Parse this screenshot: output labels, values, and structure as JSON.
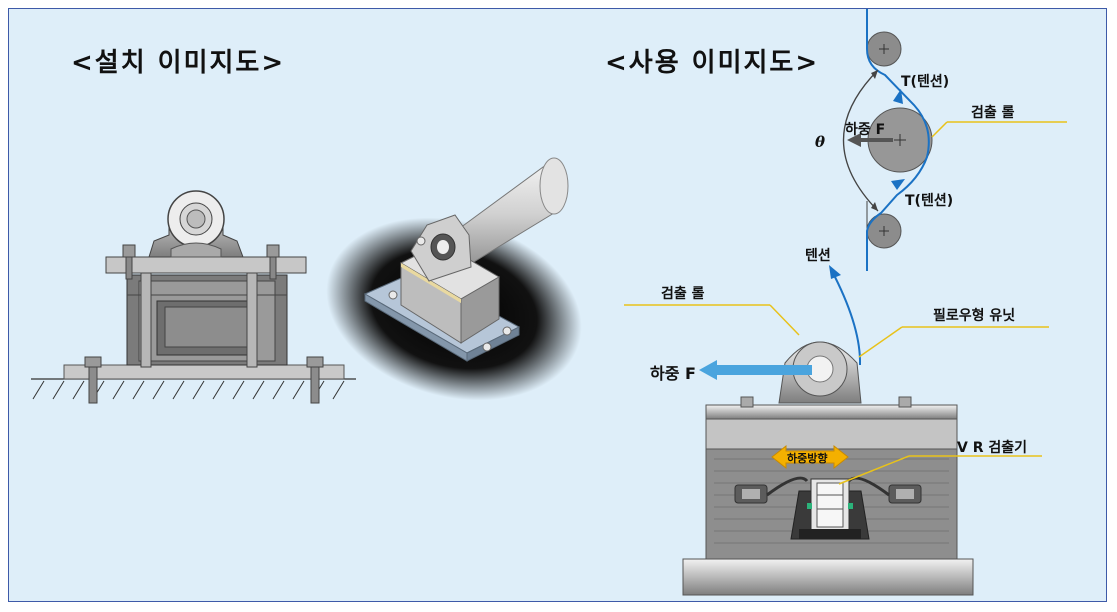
{
  "headings": {
    "install": "<설치 이미지도>",
    "usage": "<사용 이미지도>"
  },
  "labels": {
    "tension_top": "T(텐션)",
    "tension_bottom": "T(텐션)",
    "detect_roll_top": "검출 롤",
    "load_top": "하중 F",
    "theta": "θ",
    "tension": "텐션",
    "detect_roll": "검출 롤",
    "pillow_unit": "필로우형 유닛",
    "load": "하중 F",
    "vr_detector": "V R 검출기",
    "load_direction": "하중방향"
  },
  "colors": {
    "background": "#deeef9",
    "border": "#3d5aa8",
    "tension_line": "#1b72c4",
    "leader_line": "#e8c21a",
    "load_arrow": "#4aa4de",
    "direction_tag": "#f4b000"
  }
}
